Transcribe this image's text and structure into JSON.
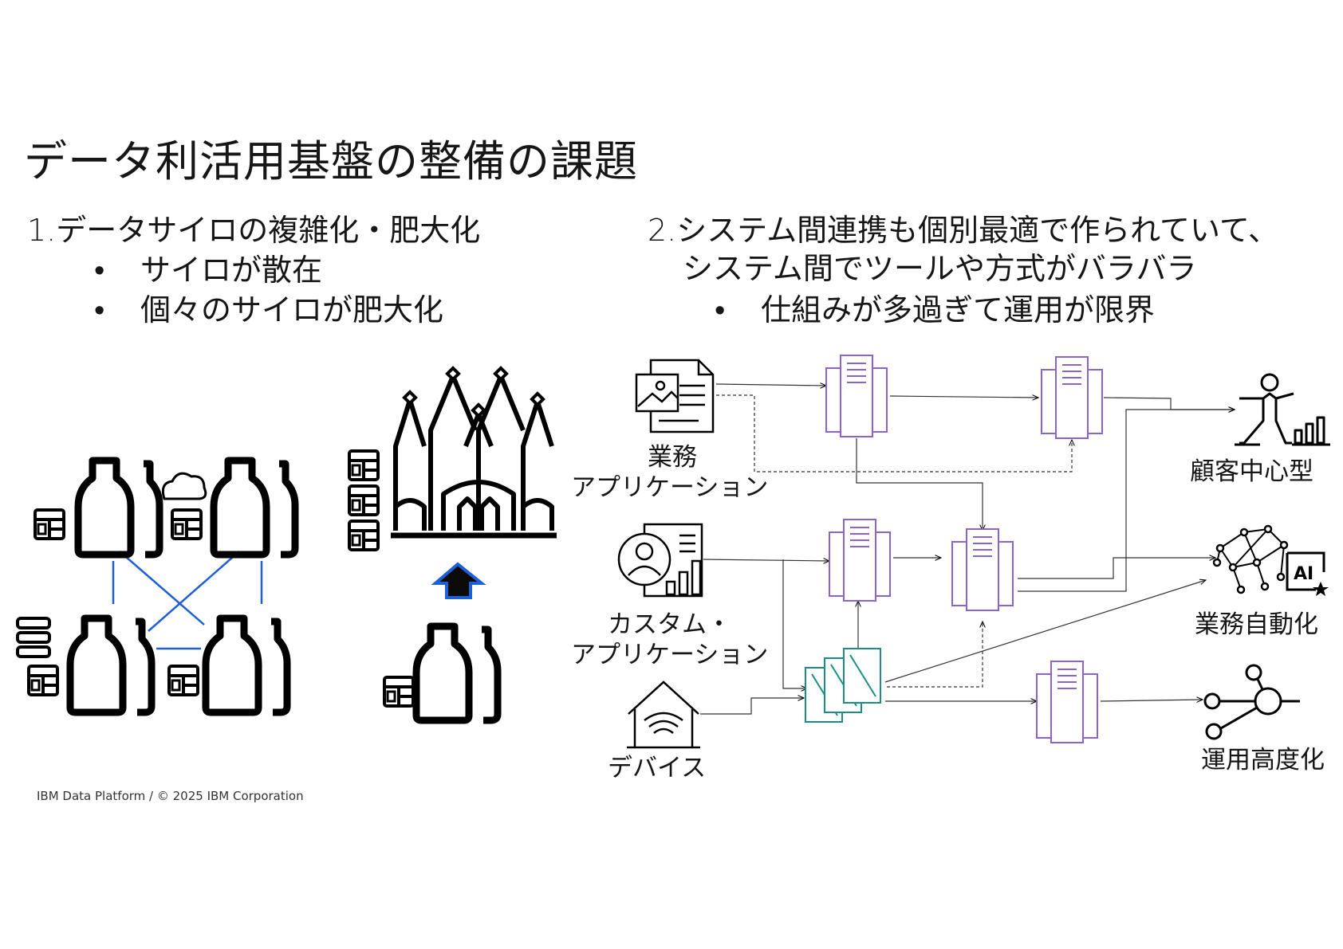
{
  "slide": {
    "title": "データ利活用基盤の整備の課題",
    "section1": {
      "heading": "1.データサイロの複雑化・肥大化",
      "bullets": [
        "サイロが散在",
        "個々のサイロが肥大化"
      ]
    },
    "section2": {
      "heading_line1": "2.システム間連携も個別最適で作られていて、",
      "heading_line2": "システム間でツールや方式がバラバラ",
      "bullets": [
        "仕組みが多過ぎて運用が限界"
      ]
    },
    "bullet_symbol": "•",
    "diagram": {
      "sources": {
        "business_app": [
          "業務",
          "アプリケーション"
        ],
        "custom_app": [
          "カスタム・",
          "アプリケーション"
        ],
        "device": [
          "デバイス"
        ]
      },
      "outcomes": {
        "customer": "顧客中心型",
        "automation": "業務自動化",
        "operations": "運用高度化"
      },
      "ai_badge": "AI"
    },
    "footer": "IBM Data Platform / © 2025 IBM Corporation",
    "colors": {
      "server": "#8a63d2",
      "etl": "#1a9080",
      "silo": "#000000",
      "silo_link": "#1f5fd6",
      "arrow": "#000000"
    }
  }
}
